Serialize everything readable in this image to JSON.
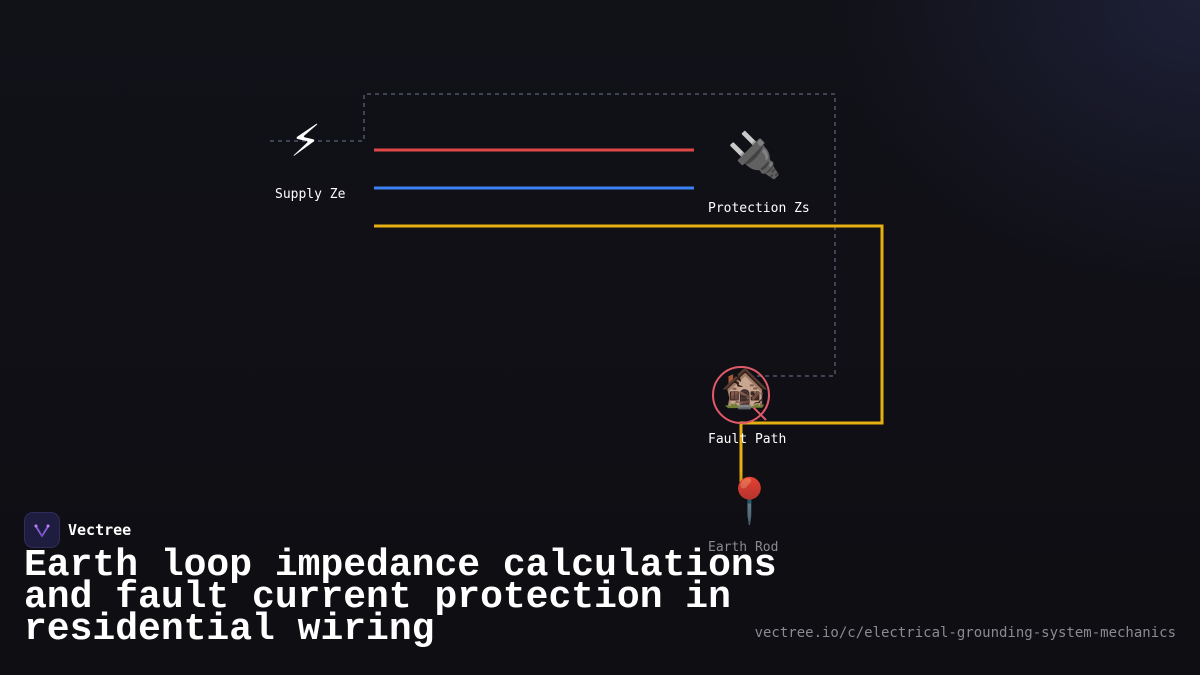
{
  "diagram": {
    "nodes": {
      "supply": {
        "label": "Supply Ze",
        "icon": "lightning-icon",
        "glyph": "⚡"
      },
      "protection": {
        "label": "Protection Zs",
        "icon": "plug-icon",
        "glyph": "🔌"
      },
      "fault": {
        "label": "Fault Path",
        "icon": "derelict-house-icon",
        "glyph": "🏚️"
      },
      "earth": {
        "label": "Earth Rod",
        "icon": "pin-icon",
        "glyph": "📍"
      }
    },
    "colors": {
      "live": "#e04848",
      "neutral": "#3b82f6",
      "earth": "#e6b012",
      "dashed": "#4d5568",
      "fault_ring": "#e05a6a"
    }
  },
  "brand": {
    "name": "Vectree"
  },
  "title": "Earth loop impedance calculations and fault current protection in residential wiring",
  "url": "vectree.io/c/electrical-grounding-system-mechanics"
}
